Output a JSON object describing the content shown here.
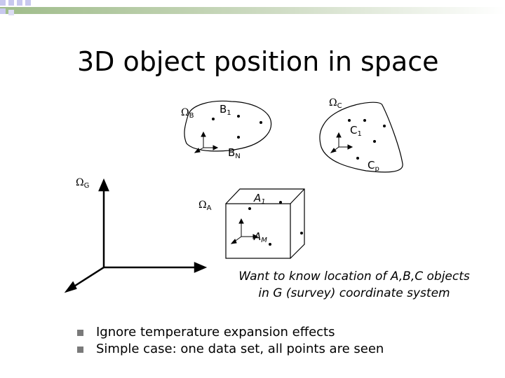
{
  "slide": {
    "title": "3D object position in space",
    "frames": {
      "omega_b": {
        "symbol": "Ω",
        "sub": "B"
      },
      "omega_c": {
        "symbol": "Ω",
        "sub": "C"
      },
      "omega_g": {
        "symbol": "Ω",
        "sub": "G"
      },
      "omega_a": {
        "symbol": "Ω",
        "sub": "A"
      }
    },
    "points": {
      "b1": {
        "base": "B",
        "sub": "1"
      },
      "bn": {
        "base": "B",
        "sub": "N"
      },
      "c1": {
        "base": "C",
        "sub": "1"
      },
      "cp": {
        "base": "C",
        "sub": "p"
      },
      "a1": {
        "base": "A",
        "sub": "1"
      },
      "am": {
        "base": "A",
        "sub": "M"
      }
    },
    "caption_line1": "Want to know location of A,B,C objects",
    "caption_line2": "in G (survey) coordinate system",
    "bullets": [
      "Ignore temperature expansion effects",
      "Simple case: one data set, all points are seen"
    ]
  },
  "colors": {
    "accent_green": "#9fbc8a",
    "accent_lavender": "#c8c8ee",
    "bullet_gray": "#7a7a7a"
  }
}
